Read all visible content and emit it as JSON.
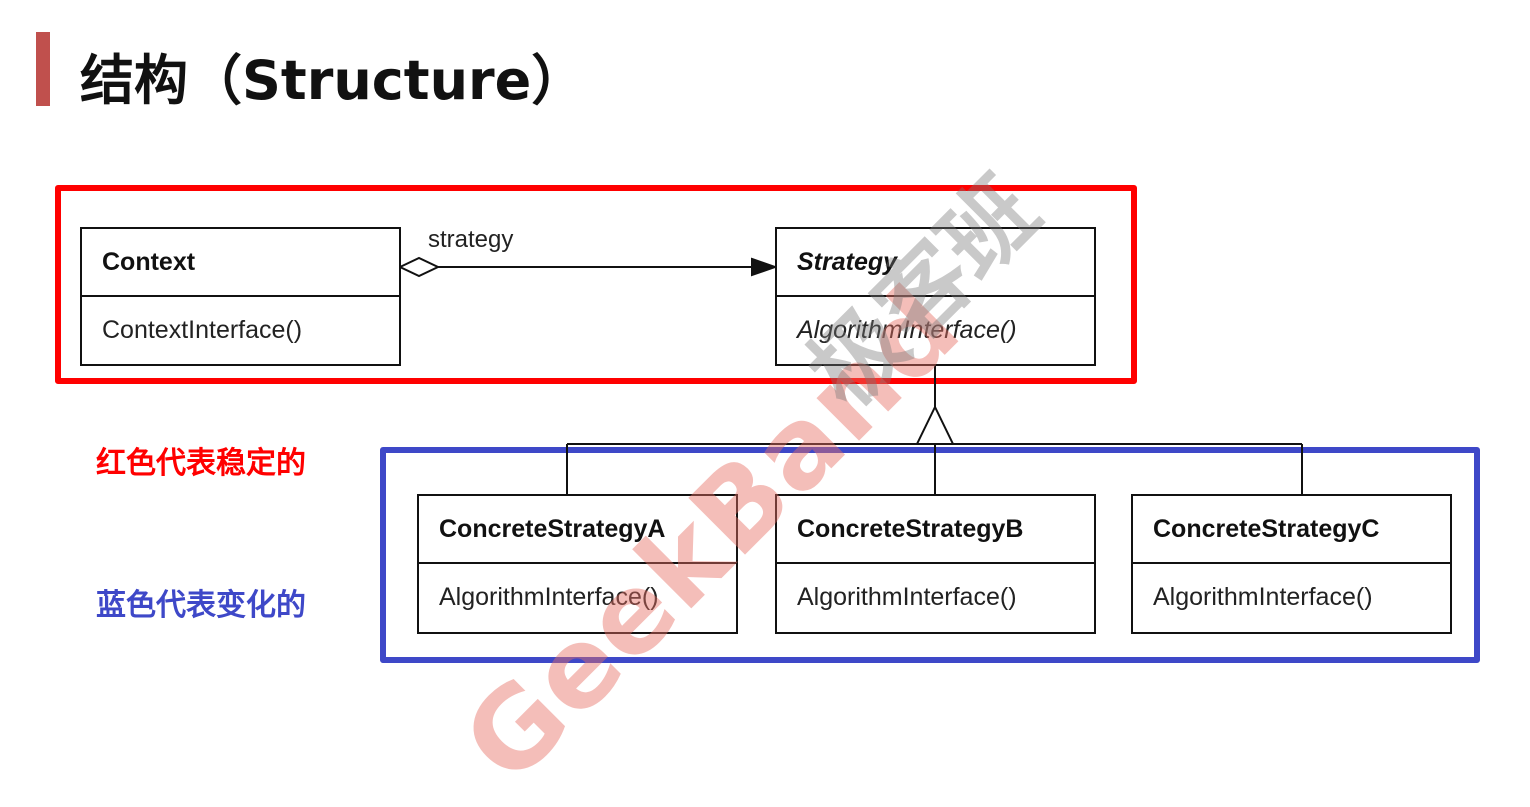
{
  "slide": {
    "title": "结构（Structure）"
  },
  "diagram": {
    "context": {
      "name": "Context",
      "operation": "ContextInterface()"
    },
    "strategy": {
      "name": "Strategy",
      "operation": "AlgorithmInterface()"
    },
    "association_label": "strategy",
    "concrete": [
      {
        "name": "ConcreteStrategyA",
        "operation": "AlgorithmInterface()"
      },
      {
        "name": "ConcreteStrategyB",
        "operation": "AlgorithmInterface()"
      },
      {
        "name": "ConcreteStrategyC",
        "operation": "AlgorithmInterface()"
      }
    ]
  },
  "legend": {
    "stable": "红色代表稳定的",
    "changing": "蓝色代表变化的"
  },
  "watermark": {
    "english": "GeekBand",
    "chinese": "极客班"
  },
  "colors": {
    "stable": "#ff0000",
    "changing": "#3e48c8",
    "accent_bar": "#c0504d"
  }
}
